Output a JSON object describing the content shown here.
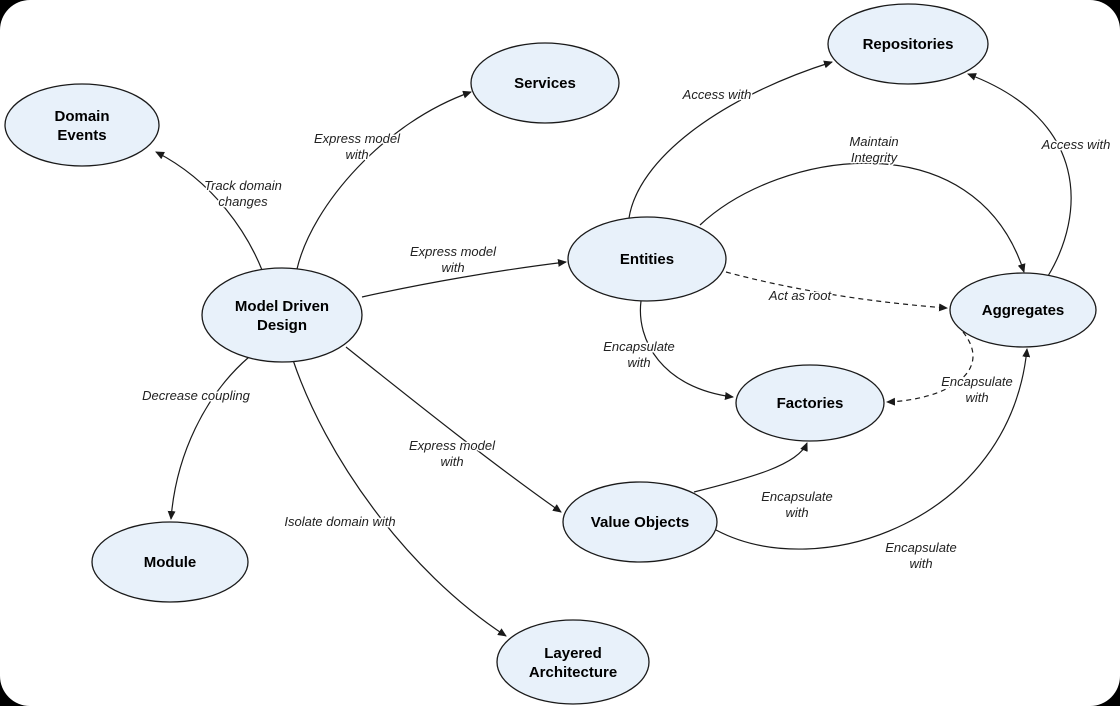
{
  "diagram": {
    "background": "#ffffff",
    "node_fill": "#e8f1fa",
    "node_stroke": "#1a1a1a",
    "nodes": [
      {
        "id": "domain-events",
        "lines": [
          "Domain",
          "Events"
        ]
      },
      {
        "id": "services",
        "lines": [
          "Services"
        ]
      },
      {
        "id": "repositories",
        "lines": [
          "Repositories"
        ]
      },
      {
        "id": "model-driven-design",
        "lines": [
          "Model Driven",
          "Design"
        ]
      },
      {
        "id": "entities",
        "lines": [
          "Entities"
        ]
      },
      {
        "id": "aggregates",
        "lines": [
          "Aggregates"
        ]
      },
      {
        "id": "factories",
        "lines": [
          "Factories"
        ]
      },
      {
        "id": "value-objects",
        "lines": [
          "Value Objects"
        ]
      },
      {
        "id": "module",
        "lines": [
          "Module"
        ]
      },
      {
        "id": "layered-architecture",
        "lines": [
          "Layered",
          "Architecture"
        ]
      }
    ],
    "edges": [
      {
        "from": "model-driven-design",
        "to": "domain-events",
        "label_lines": [
          "Track domain",
          "changes"
        ],
        "style": "solid"
      },
      {
        "from": "model-driven-design",
        "to": "services",
        "label_lines": [
          "Express model",
          "with"
        ],
        "style": "solid"
      },
      {
        "from": "model-driven-design",
        "to": "entities",
        "label_lines": [
          "Express model",
          "with"
        ],
        "style": "solid"
      },
      {
        "from": "model-driven-design",
        "to": "value-objects",
        "label_lines": [
          "Express model",
          "with"
        ],
        "style": "solid"
      },
      {
        "from": "model-driven-design",
        "to": "module",
        "label_lines": [
          "Decrease coupling"
        ],
        "style": "solid"
      },
      {
        "from": "model-driven-design",
        "to": "layered-architecture",
        "label_lines": [
          "Isolate domain with"
        ],
        "style": "solid"
      },
      {
        "from": "entities",
        "to": "repositories",
        "label_lines": [
          "Access with"
        ],
        "style": "solid"
      },
      {
        "from": "aggregates",
        "to": "repositories",
        "label_lines": [
          "Access with"
        ],
        "style": "solid"
      },
      {
        "from": "entities",
        "to": "aggregates",
        "label_lines": [
          "Maintain",
          "Integrity"
        ],
        "style": "solid"
      },
      {
        "from": "entities",
        "to": "aggregates",
        "label_lines": [
          "Act as root"
        ],
        "style": "dashed"
      },
      {
        "from": "entities",
        "to": "factories",
        "label_lines": [
          "Encapsulate",
          "with"
        ],
        "style": "solid"
      },
      {
        "from": "aggregates",
        "to": "factories",
        "label_lines": [
          "Encapsulate",
          "with"
        ],
        "style": "dashed"
      },
      {
        "from": "value-objects",
        "to": "factories",
        "label_lines": [
          "Encapsulate",
          "with"
        ],
        "style": "solid"
      },
      {
        "from": "value-objects",
        "to": "aggregates",
        "label_lines": [
          "Encapsulate",
          "with"
        ],
        "style": "solid"
      }
    ]
  }
}
